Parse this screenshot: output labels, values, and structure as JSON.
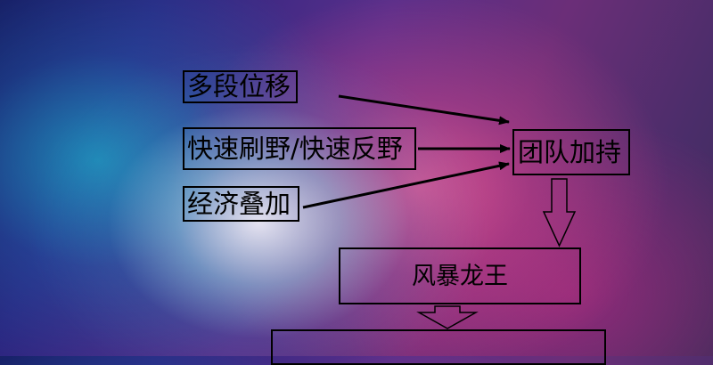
{
  "nodes": {
    "a": "多段位移",
    "b": "快速刷野/快速反野",
    "c": "经济叠加",
    "d": "团队加持",
    "e": "风暴龙王",
    "f": ""
  },
  "colors": {
    "stroke": "#000000",
    "text": "#000000"
  }
}
